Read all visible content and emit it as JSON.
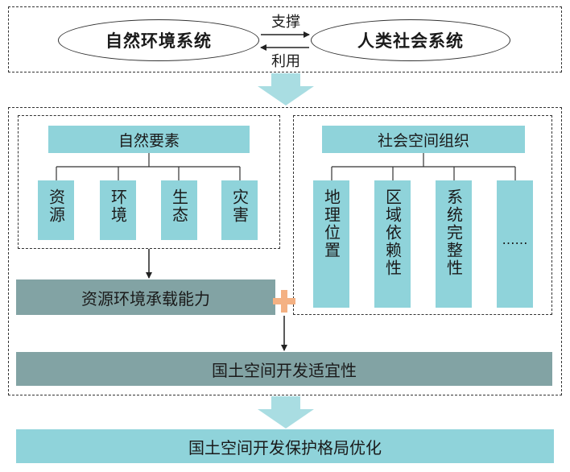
{
  "top": {
    "left_system": "自然环境系统",
    "right_system": "人类社会系统",
    "arrow_top_label": "支撑",
    "arrow_bottom_label": "利用"
  },
  "natural": {
    "title": "自然要素",
    "items": [
      "资源",
      "环境",
      "生态",
      "灾害"
    ]
  },
  "social": {
    "title": "社会空间组织",
    "items": [
      "地理位置",
      "区域依赖性",
      "系统完整性",
      "……"
    ]
  },
  "capacity": "资源环境承载能力",
  "suitability": "国土空间开发适宜性",
  "result": "国土空间开发保护格局优化",
  "colors": {
    "teal": "#8fd3da",
    "gray": "#82a3a4",
    "plus": "#f4b183",
    "big_arrow": "#a9dde2"
  }
}
